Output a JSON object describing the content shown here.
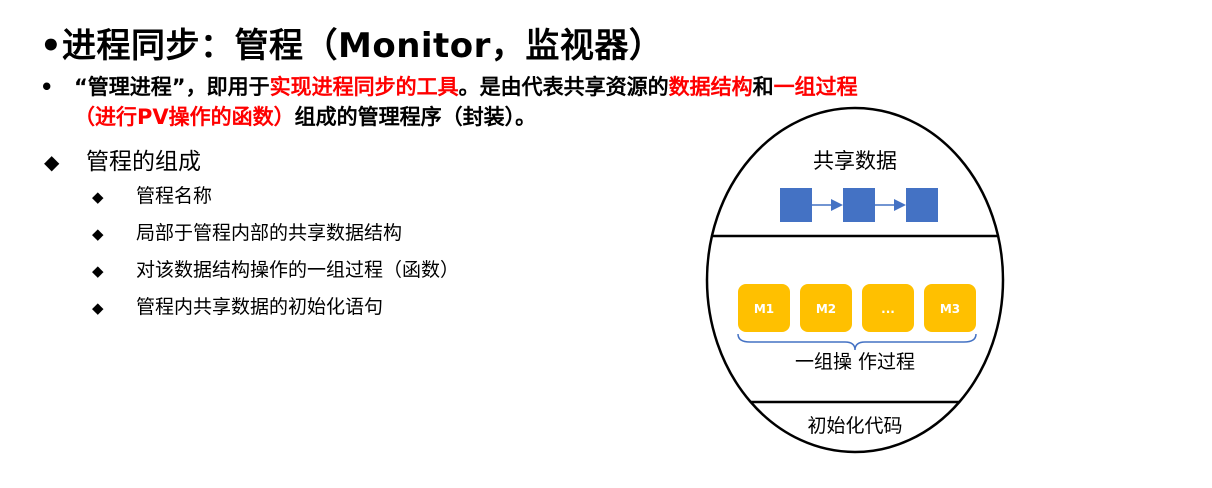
{
  "title": {
    "bullet": "•",
    "text": "进程同步：管程（Monitor，监视器）"
  },
  "definition": {
    "bullet": "•",
    "line1_part1": "“管理进程”，即用于",
    "line1_red1": "实现进程同步的工具",
    "line1_part2": "。是由代表共享资源的",
    "line1_red2": "数据结构",
    "line1_part3": "和",
    "line1_red3": "一组过程",
    "line2_red": "（进行PV操作的函数）",
    "line2_part": "组成的管理程序（封装）。"
  },
  "composition": {
    "bullet": "◆",
    "heading": "管程的组成",
    "items": [
      {
        "bullet": "◆",
        "text": "管程名称"
      },
      {
        "bullet": "◆",
        "text": "局部于管程内部的共享数据结构"
      },
      {
        "bullet": "◆",
        "text": "对该数据结构操作的一组过程（函数）"
      },
      {
        "bullet": "◆",
        "text": "管程内共享数据的初始化语句"
      }
    ]
  },
  "diagram": {
    "shared_data_label": "共享数据",
    "procedures": [
      "M1",
      "M2",
      "...",
      "M3"
    ],
    "procedures_label": "一组操 作过程",
    "init_label": "初始化代码",
    "colors": {
      "data_block": "#4472c4",
      "arrow": "#4472c4",
      "procedure_fill": "#ffc000",
      "procedure_text": "#ffffff",
      "outline": "#000000"
    }
  }
}
